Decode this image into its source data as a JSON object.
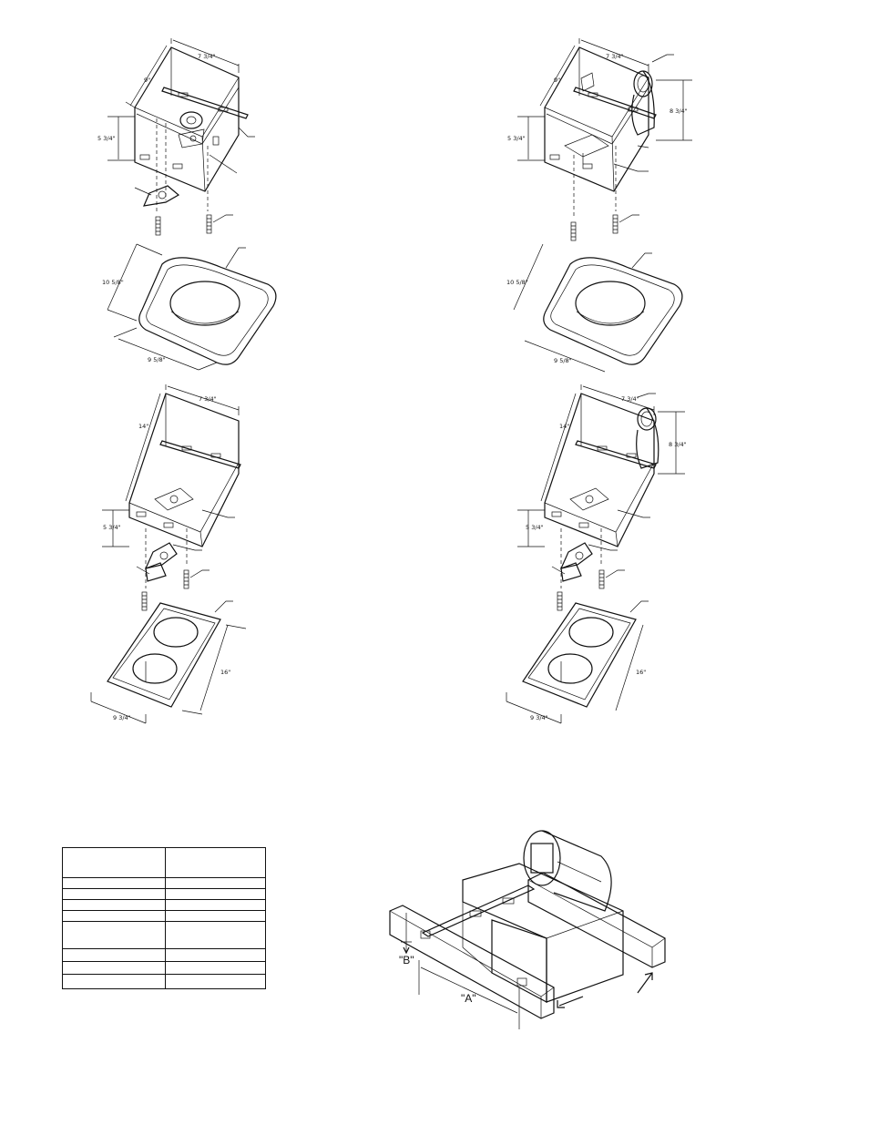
{
  "diagrams": [
    {
      "id": "fan-single-left",
      "dims": [
        "7 3/4\"",
        "9\"",
        "5 3/4\"",
        "10 5/8\"",
        "9 5/8\""
      ]
    },
    {
      "id": "fan-single-right",
      "dims": [
        "7 3/4\"",
        "9\"",
        "5 3/4\"",
        "8 3/4\"",
        "10 5/8\"",
        "9 5/8\""
      ]
    },
    {
      "id": "fan-double-left",
      "dims": [
        "7 3/4\"",
        "14\"",
        "5 3/4\"",
        "16\"",
        "9 3/4\""
      ]
    },
    {
      "id": "fan-double-right",
      "dims": [
        "7 3/4\"",
        "14\"",
        "8 3/4\"",
        "5 3/4\"",
        "16\"",
        "9 3/4\""
      ]
    }
  ],
  "mounting": {
    "label_a": "\"A\"",
    "label_b": "\"B\""
  },
  "table": {
    "rows": 8
  }
}
